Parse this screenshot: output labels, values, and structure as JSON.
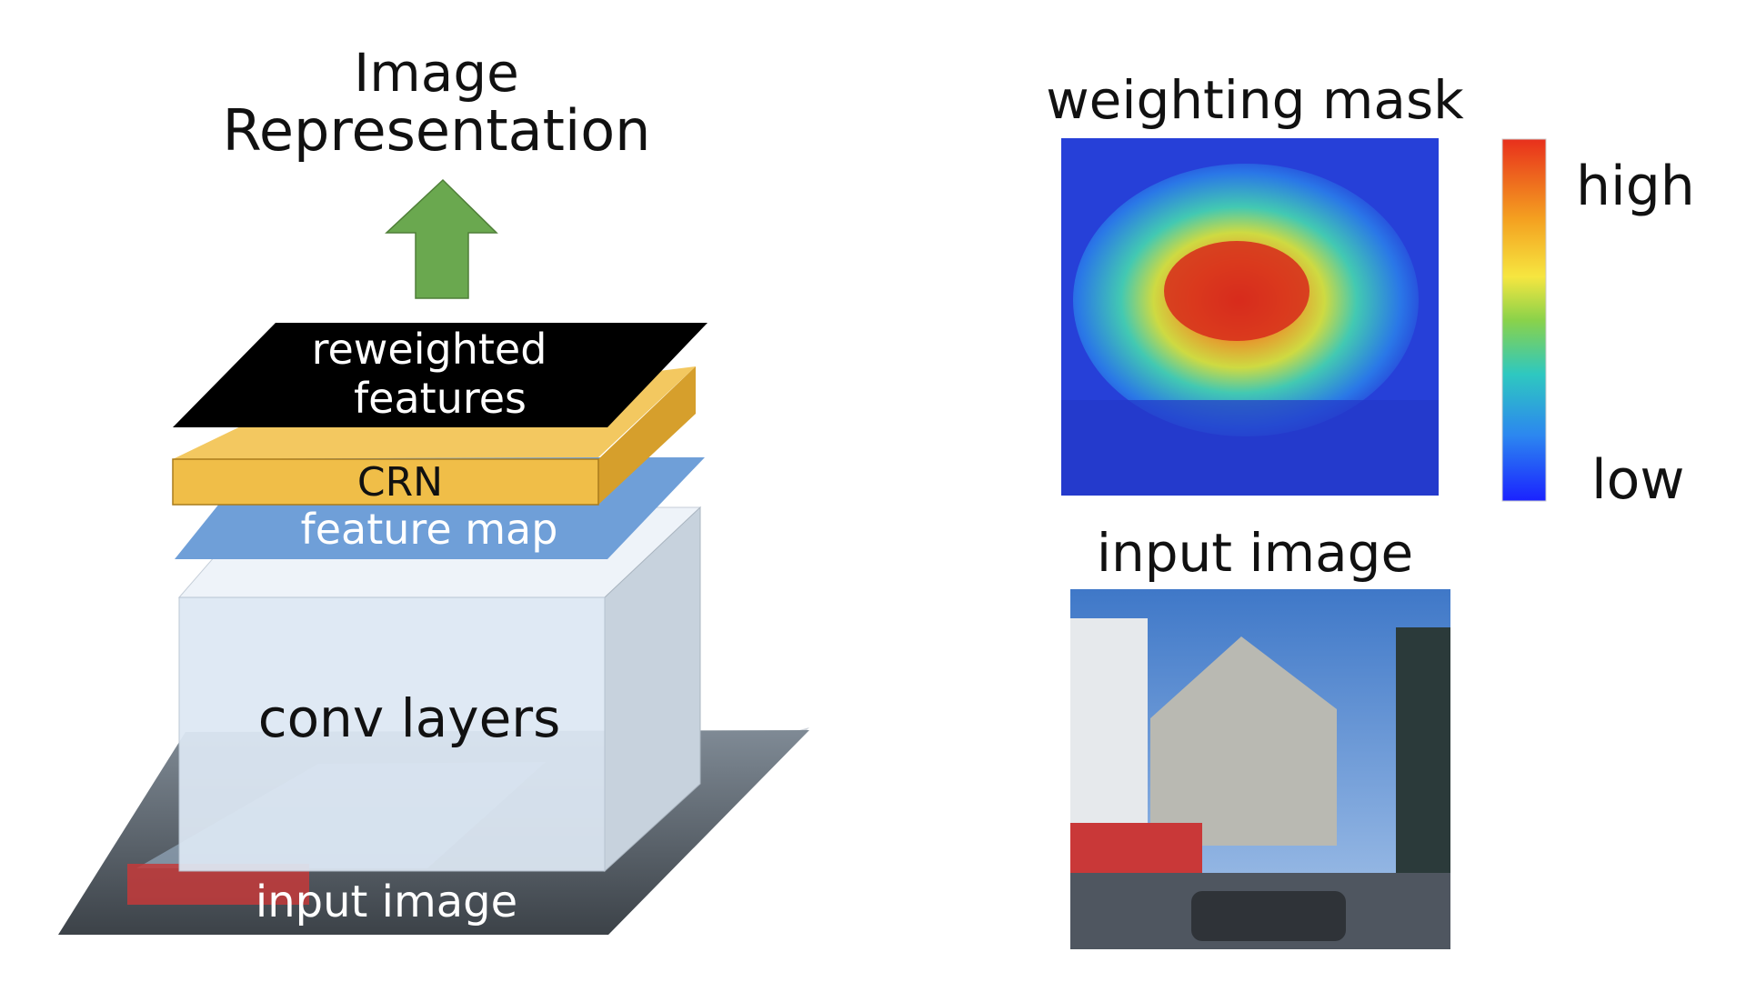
{
  "diagram": {
    "title_line1": "Image",
    "title_line2": "Representation",
    "layers": {
      "reweighted_line1": "reweighted",
      "reweighted_line2": "features",
      "crn": "CRN",
      "feature_map": "feature map",
      "conv": "conv layers",
      "input": "input image"
    }
  },
  "panels": {
    "mask_title": "weighting mask",
    "input_title": "input image"
  },
  "colorbar": {
    "high": "high",
    "low": "low"
  },
  "colors": {
    "arrow": "#6aa84f",
    "crn": "#f0be48",
    "feature_map": "#6f9fd8",
    "reweighted": "#000000",
    "conv_front": "#dde8f4",
    "heat_high": "#e8301c",
    "heat_low": "#1a32ff"
  }
}
